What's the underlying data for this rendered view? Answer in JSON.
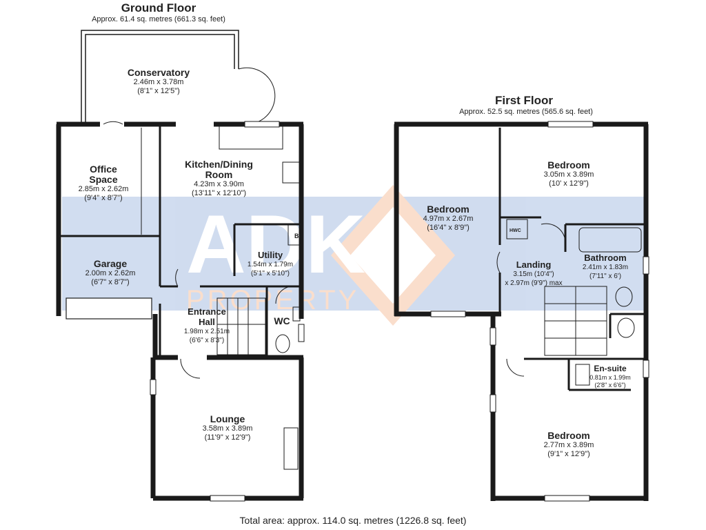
{
  "ground_floor": {
    "title": "Ground Floor",
    "area": "Approx. 61.4 sq. metres (661.3 sq. feet)",
    "rooms": {
      "conservatory": {
        "name": "Conservatory",
        "metric": "2.46m x 3.78m",
        "imperial": "(8'1\" x 12'5\")"
      },
      "office": {
        "name": "Office Space",
        "metric": "2.85m x 2.62m",
        "imperial": "(9'4\" x 8'7\")"
      },
      "kitchen": {
        "name": "Kitchen/Dining Room",
        "metric": "4.23m x 3.90m",
        "imperial": "(13'11\" x 12'10\")"
      },
      "garage": {
        "name": "Garage",
        "metric": "2.00m x 2.62m",
        "imperial": "(6'7\" x 8'7\")"
      },
      "utility": {
        "name": "Utility",
        "metric": "1.54m x 1.79m",
        "imperial": "(5'1\" x 5'10\")"
      },
      "entrance": {
        "name": "Entrance Hall",
        "metric": "1.98m x 2.51m",
        "imperial": "(6'6\" x 8'3\")"
      },
      "wc": {
        "name": "WC"
      },
      "lounge": {
        "name": "Lounge",
        "metric": "3.58m x 3.89m",
        "imperial": "(11'9\" x 12'9\")"
      }
    },
    "fixtures": {
      "boiler": "B"
    }
  },
  "first_floor": {
    "title": "First Floor",
    "area": "Approx. 52.5 sq. metres (565.6 sq. feet)",
    "rooms": {
      "bedroom_left": {
        "name": "Bedroom",
        "metric": "4.97m x 2.67m",
        "imperial": "(16'4\" x 8'9\")"
      },
      "bedroom_top": {
        "name": "Bedroom",
        "metric": "3.05m x 3.89m",
        "imperial": "(10' x 12'9\")"
      },
      "landing": {
        "name": "Landing",
        "metric": "3.15m (10'4\")",
        "imperial": "x 2.97m (9'9\") max"
      },
      "bathroom": {
        "name": "Bathroom",
        "metric": "2.41m x 1.83m",
        "imperial": "(7'11\" x 6')"
      },
      "ensuite": {
        "name": "En-suite",
        "metric": "0.81m x 1.99m",
        "imperial": "(2'8\" x 6'6\")"
      },
      "bedroom_bottom": {
        "name": "Bedroom",
        "metric": "2.77m x 3.89m",
        "imperial": "(9'1\" x 12'9\")"
      }
    },
    "fixtures": {
      "hwc": "HWC"
    }
  },
  "watermark": {
    "text1": "ADK",
    "text2": "PROPERTY"
  },
  "total": "Total area: approx. 114.0 sq. metres (1226.8 sq. feet)",
  "colors": {
    "wall": "#1a1a1a",
    "watermark_blue": "#5b86c9",
    "watermark_orange": "#ef8a4a"
  }
}
